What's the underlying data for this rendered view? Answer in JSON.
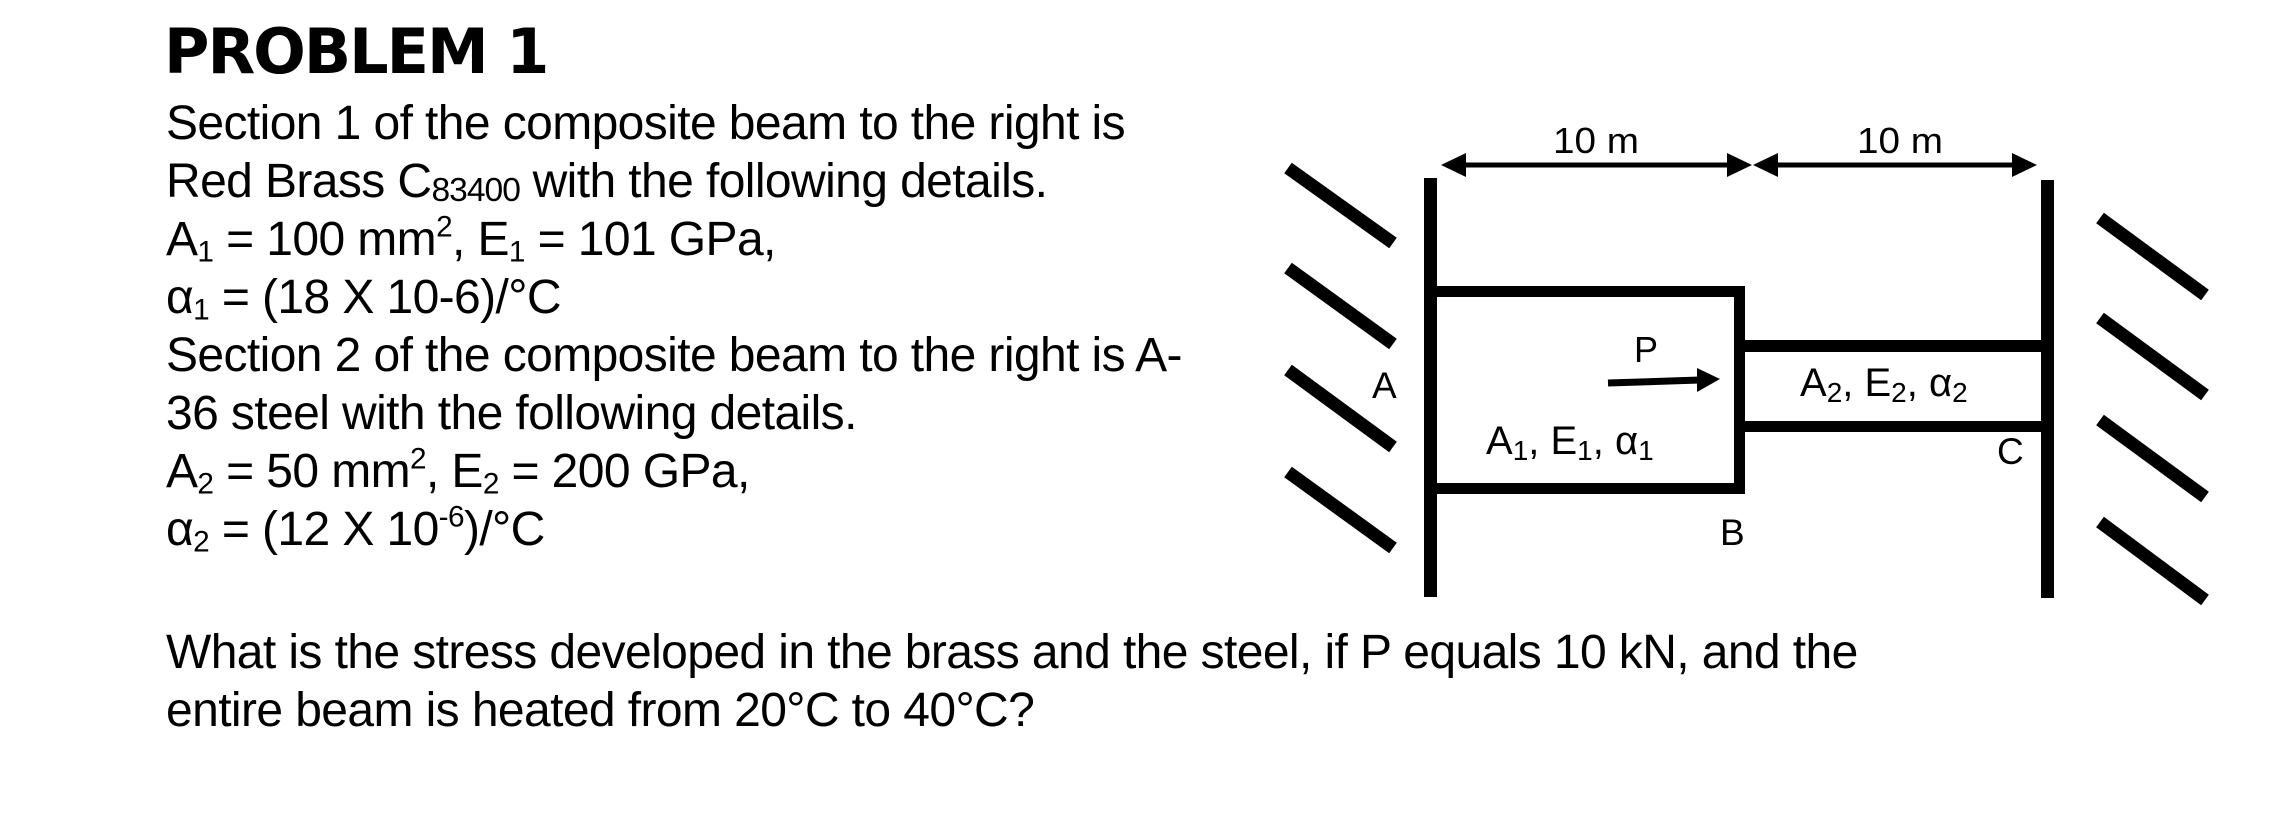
{
  "problem": {
    "title": "PROBLEM 1",
    "section1": {
      "line1": "Section 1 of the composite beam to the right is",
      "line2_prefix": "Red Brass C",
      "line2_sub": "83400",
      "line2_suffix": " with the following details.",
      "area_label": "A",
      "area_sub": "1",
      "area_value": " = 100 mm",
      "area_sup": "2",
      "modulus_label": ", E",
      "modulus_sub": "1",
      "modulus_value": " = 101 GPa,",
      "alpha_label": "α",
      "alpha_sub": "1",
      "alpha_value": " = (18 X 10-6)/°C"
    },
    "section2": {
      "line1": "Section 2 of the composite beam to the right is A-",
      "line2": "36 steel with the following details.",
      "area_label": "A",
      "area_sub": "2",
      "area_value": " = 50 mm",
      "area_sup": "2",
      "modulus_label": ", E",
      "modulus_sub": "2",
      "modulus_value": " = 200 GPa,",
      "alpha_label": "α",
      "alpha_sub": "2",
      "alpha_value_prefix": " = (12 X 10",
      "alpha_sup": "-6",
      "alpha_value_suffix": ")/°C"
    },
    "question": {
      "line1": "What is the stress developed in the brass and the steel, if P equals 10 kN, and the",
      "line2": "entire beam is heated from 20°C to 40°C?"
    }
  },
  "diagram": {
    "dimension_left": "10 m",
    "dimension_right": "10 m",
    "support_left_label": "A",
    "junction_label": "B",
    "support_right_label": "C",
    "load_label": "P",
    "section1_props": {
      "a": "A",
      "a_sub": "1",
      "e": ", E",
      "e_sub": "1",
      "alpha": ", α",
      "alpha_sub": "1"
    },
    "section2_props": {
      "a": "A",
      "a_sub": "2",
      "e": ", E",
      "e_sub": "2",
      "alpha": ", α",
      "alpha_sub": "2"
    },
    "line_color": "#000000"
  }
}
